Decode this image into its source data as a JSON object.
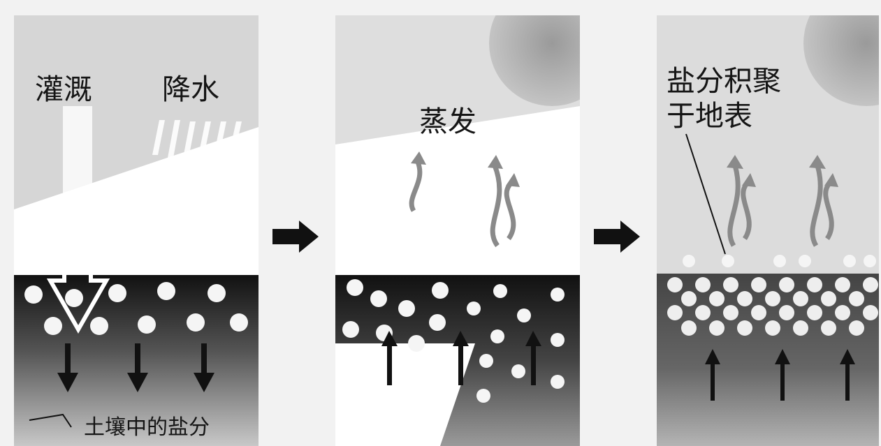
{
  "panel1": {
    "irrigation_label": "灌溉",
    "rain_label": "降水",
    "soil_salt_label": "土壤中的盐分"
  },
  "panel2": {
    "evaporation_label": "蒸发"
  },
  "panel3": {
    "accumulation_label_line1": "盐分积聚",
    "accumulation_label_line2": "于地表"
  },
  "colors": {
    "sky": "#dcdcdc",
    "soil": "#222222",
    "salt_particle": "#f4f4f4",
    "arrow": "#111111"
  }
}
